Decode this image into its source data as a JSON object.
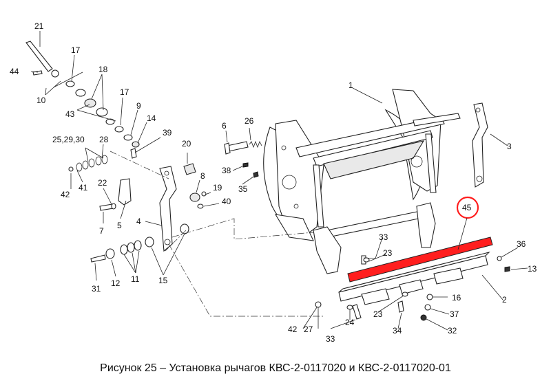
{
  "caption": "Рисунок 25 – Установка рычагов КВС-2-0117020 и КВС-2-0117020-01",
  "highlight": {
    "color": "#ff1e1e",
    "label": "45"
  },
  "labels": {
    "l1": "1",
    "l2": "2",
    "l3": "3",
    "l4": "4",
    "l5": "5",
    "l6": "6",
    "l7": "7",
    "l8": "8",
    "l9": "9",
    "l10": "10",
    "l11": "11",
    "l12": "12",
    "l13": "13",
    "l14": "14",
    "l15": "15",
    "l16": "16",
    "l17a": "17",
    "l17b": "17",
    "l18": "18",
    "l19": "19",
    "l20": "20",
    "l21": "21",
    "l22": "22",
    "l23a": "23",
    "l23b": "23",
    "l24": "24",
    "l25": "25,29,30",
    "l26": "26",
    "l27": "27",
    "l28": "28",
    "l31": "31",
    "l32": "32",
    "l33a": "33",
    "l33b": "33",
    "l34": "34",
    "l35": "35",
    "l36": "36",
    "l37": "37",
    "l38": "38",
    "l39": "39",
    "l40": "40",
    "l41": "41",
    "l42a": "42",
    "l42b": "42",
    "l43": "43",
    "l44": "44",
    "l45": "45"
  }
}
